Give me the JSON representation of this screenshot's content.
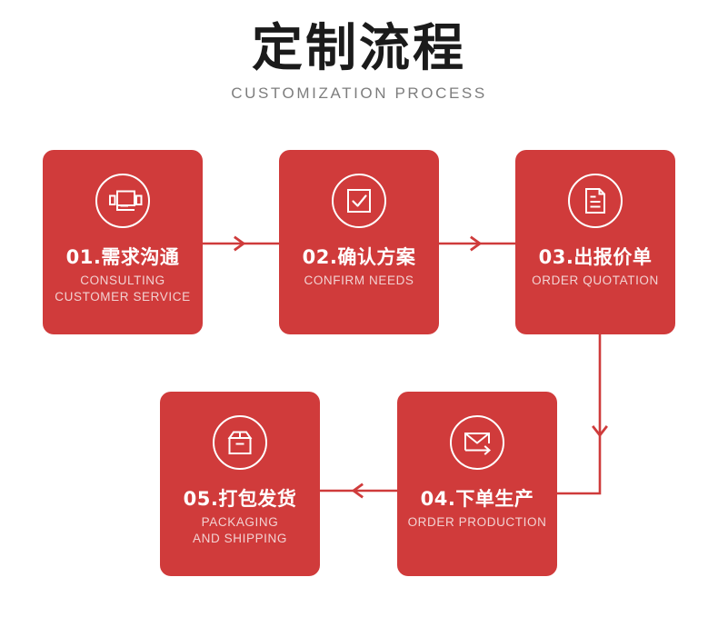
{
  "header": {
    "title_cn": "定制流程",
    "title_en": "CUSTOMIZATION PROCESS"
  },
  "theme": {
    "card_red": "#d03b3b",
    "arrow_red": "#cf3b3b",
    "title_color": "#1b1b1b",
    "subtitle_color": "#7d7d7d",
    "card_title_color": "#ffffff",
    "card_sub_color": "#f2d2d2",
    "background": "#ffffff"
  },
  "steps": [
    {
      "number": "01.",
      "title_cn": "01.需求沟通",
      "title_en_line1": "CONSULTING",
      "title_en_line2": "CUSTOMER SERVICE",
      "icon": "chat-bubbles-icon"
    },
    {
      "number": "02.",
      "title_cn": "02.确认方案",
      "title_en_line1": "CONFIRM NEEDS",
      "title_en_line2": "",
      "icon": "checkbox-icon"
    },
    {
      "number": "03.",
      "title_cn": "03.出报价单",
      "title_en_line1": "ORDER QUOTATION",
      "title_en_line2": "",
      "icon": "document-icon"
    },
    {
      "number": "04.",
      "title_cn": "04.下单生产",
      "title_en_line1": "ORDER PRODUCTION",
      "title_en_line2": "",
      "icon": "envelope-send-icon"
    },
    {
      "number": "05.",
      "title_cn": "05.打包发货",
      "title_en_line1": "PACKAGING",
      "title_en_line2": "AND SHIPPING",
      "icon": "package-box-icon"
    }
  ],
  "connectors": [
    {
      "name": "arrow-step1-to-step2",
      "direction": "right"
    },
    {
      "name": "arrow-step2-to-step3",
      "direction": "right"
    },
    {
      "name": "arrow-step3-to-step4",
      "direction": "down-left"
    },
    {
      "name": "arrow-step4-to-step5",
      "direction": "left"
    }
  ]
}
